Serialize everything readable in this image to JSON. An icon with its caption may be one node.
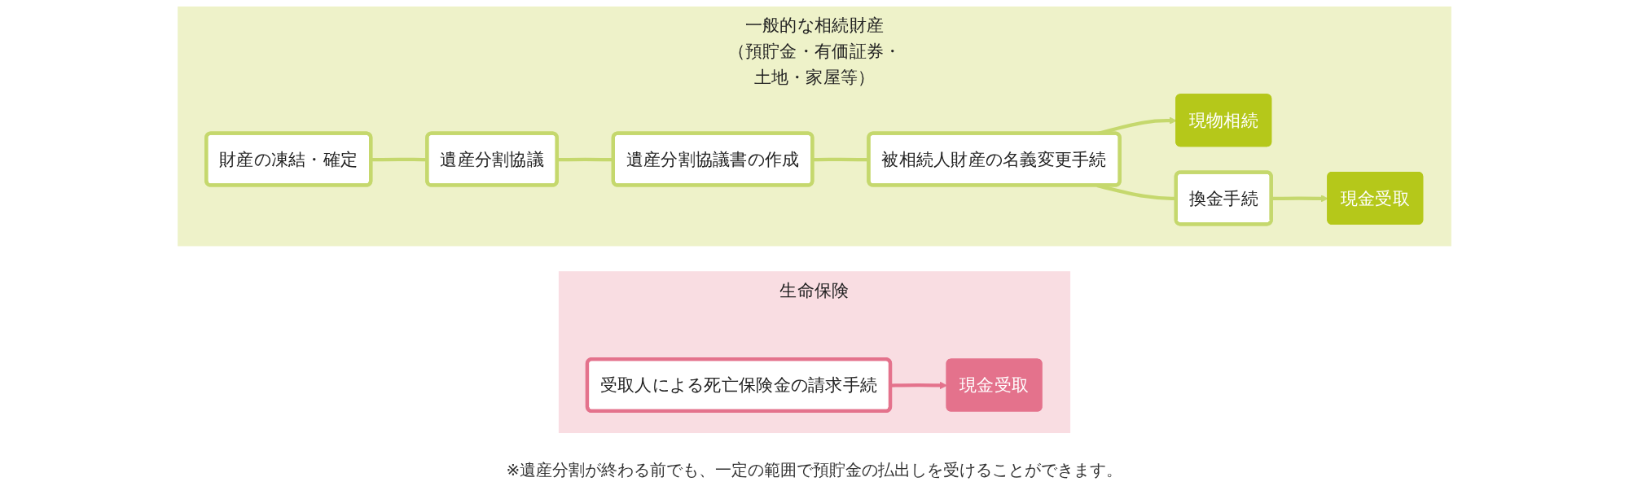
{
  "diagram": {
    "nodes": [
      {
        "text": [
          "一般的な相続財産",
          "（預貯金・有価証券・土地・家屋等）"
        ]
      },
      {
        "text": [
          "財産の凍結・確定"
        ],
        "in": 0
      },
      {
        "text": [
          "遺産分割協議"
        ],
        "in": 0
      },
      {
        "text": [
          "遺産分割協議書の作成"
        ],
        "in": 0
      },
      {
        "text": [
          "被相続人財産の名義変更手続"
        ],
        "in": 0
      },
      {
        "text": [
          "現物相続"
        ],
        "in": 0
      },
      {
        "text": [
          "換金手続"
        ],
        "in": 0
      },
      {
        "text": [
          "現金受取"
        ],
        "in": 0
      },
      {
        "text": [
          "生命保険"
        ]
      },
      {
        "text": [
          "受取人による死亡保険金の請求手続"
        ],
        "in": 8
      },
      {
        "text": [
          "現金受取"
        ],
        "in": 8
      }
    ],
    "edges": [
      {
        "from": 1,
        "to": 2,
        "arrow": "none"
      },
      {
        "from": 2,
        "to": 3,
        "arrow": "none"
      },
      {
        "from": 3,
        "to": 4,
        "arrow": "none"
      },
      {
        "from": 4,
        "to": 5,
        "arrow": "to"
      },
      {
        "from": 4,
        "to": 6,
        "arrow": "none"
      },
      {
        "from": 6,
        "to": 7,
        "arrow": "to"
      },
      {
        "from": 9,
        "to": 10,
        "arrow": "to",
        "color": "#e4728c"
      }
    ],
    "labels": [
      "※遺産分割が終わる前でも、一定の範囲で預貯金の払出しを受けることができます。"
    ]
  }
}
